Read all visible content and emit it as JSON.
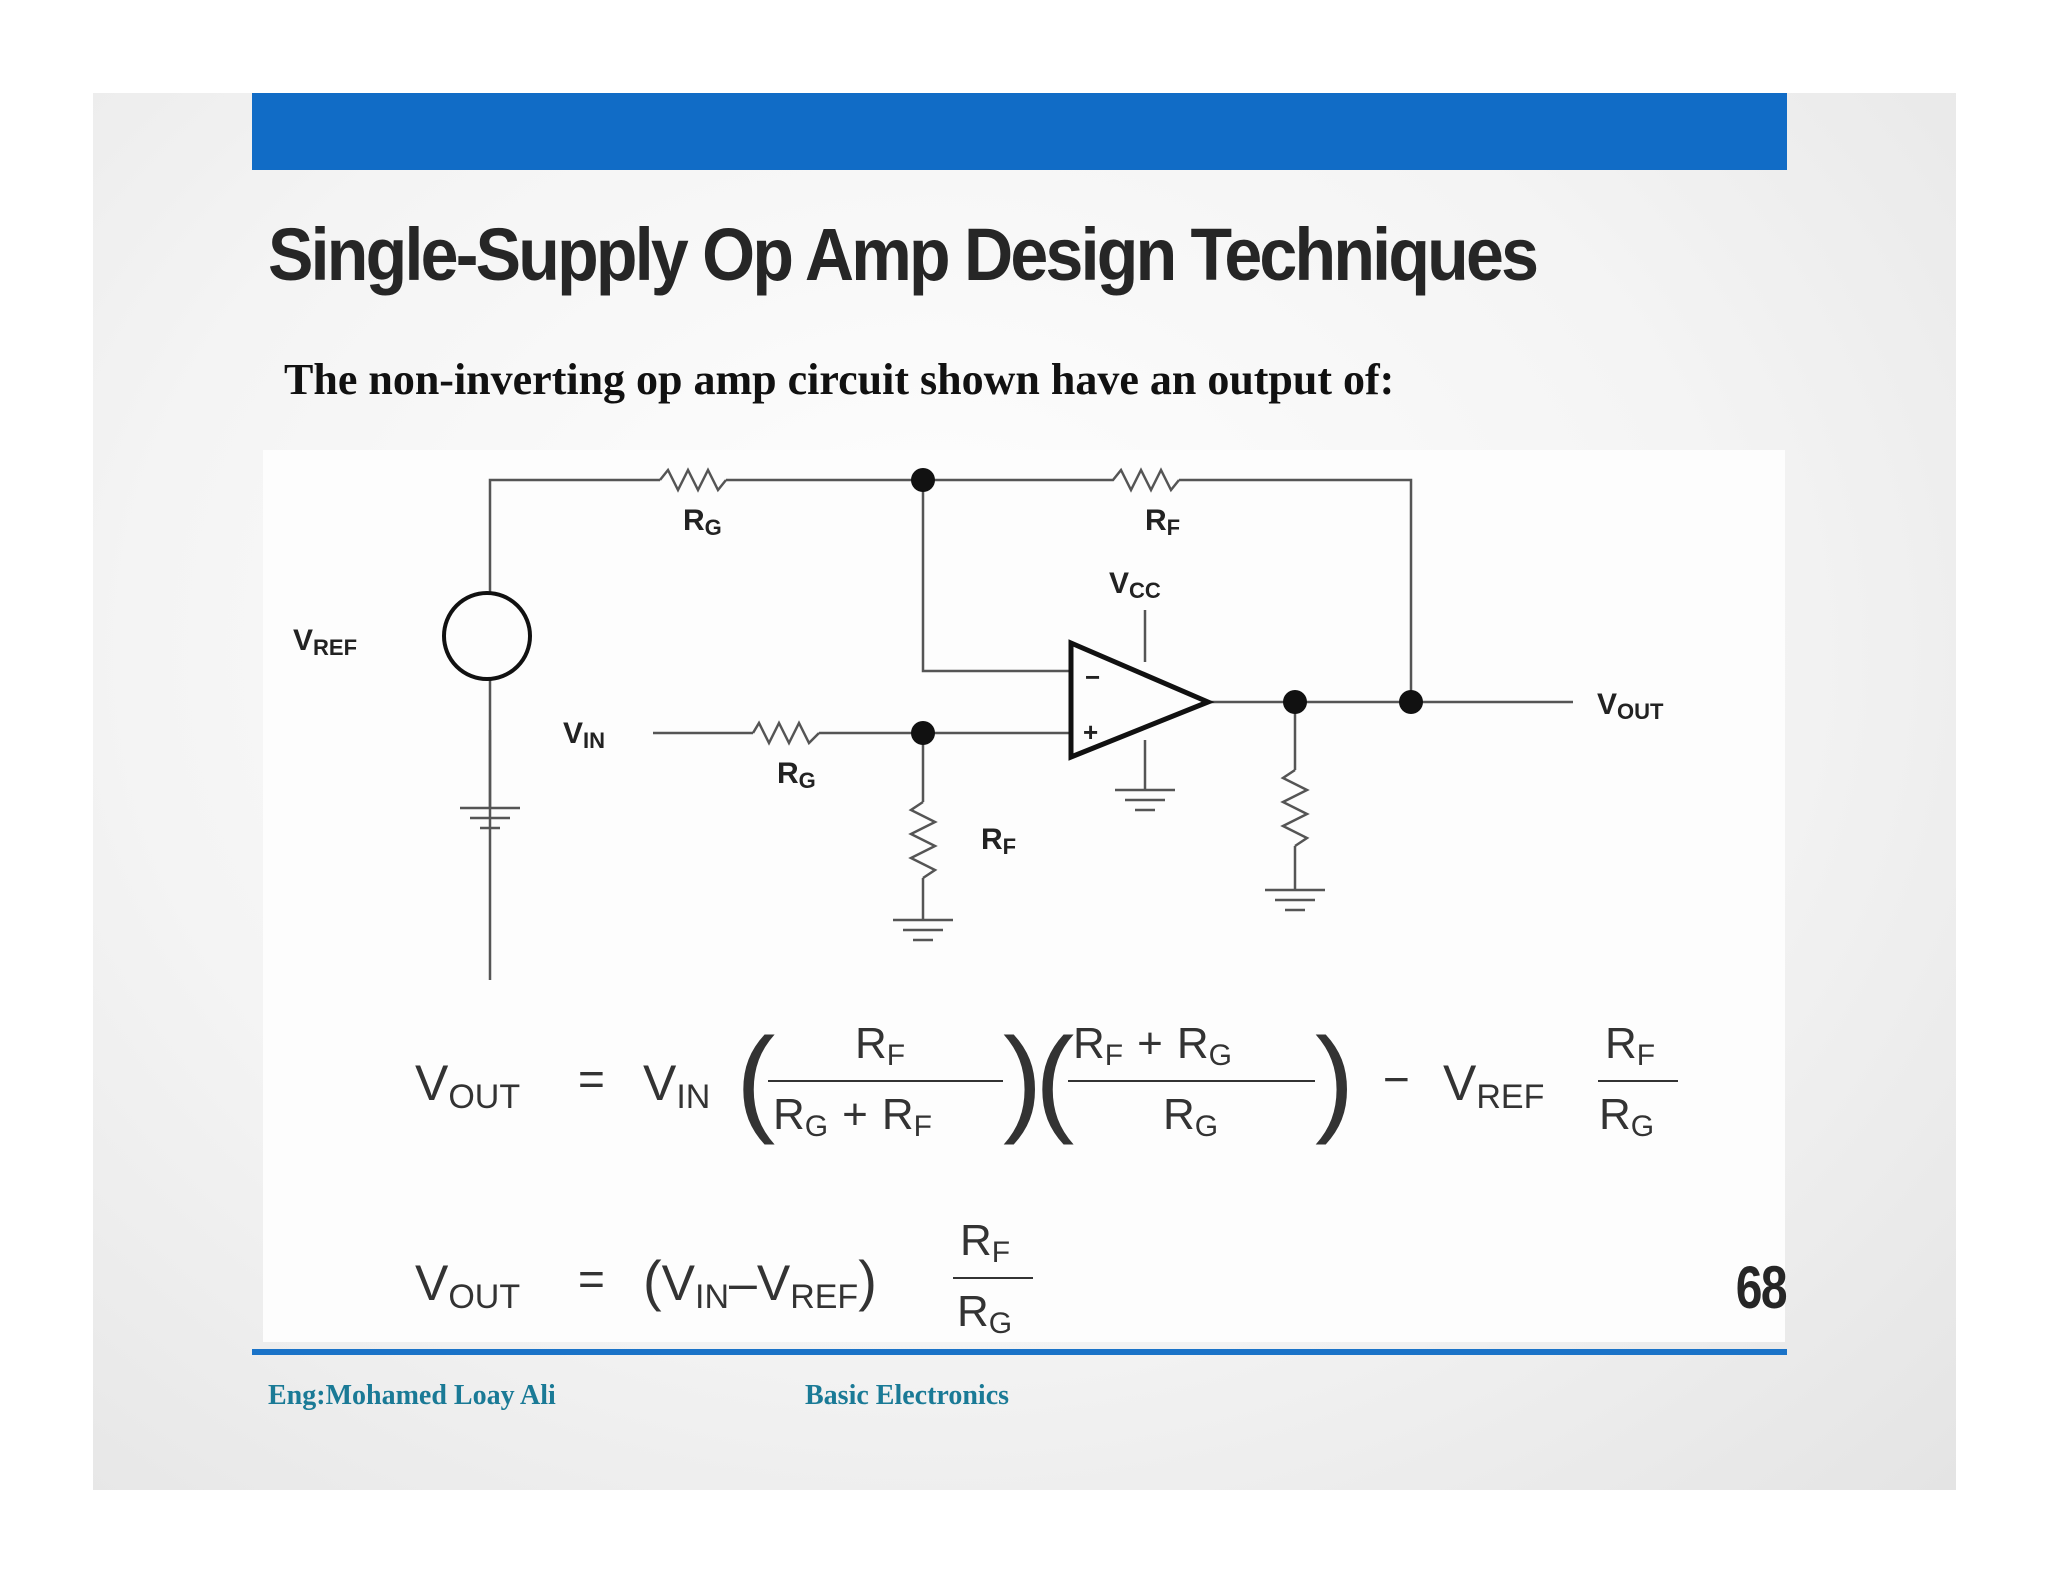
{
  "slide": {
    "title": "Single-Supply Op Amp Design Techniques",
    "subtitle": "The non-inverting op amp circuit shown have an output of:",
    "page_number": "68",
    "footer": {
      "author": "Eng:Mohamed Loay Ali",
      "course": "Basic Electronics"
    },
    "colors": {
      "accent_bar": "#116cc6",
      "footer_text": "#1a7a96"
    }
  },
  "circuit": {
    "labels": {
      "rg_top": {
        "main": "R",
        "sub": "G"
      },
      "rf_top": {
        "main": "R",
        "sub": "F"
      },
      "vcc": {
        "main": "V",
        "sub": "CC"
      },
      "vref": {
        "main": "V",
        "sub": "REF"
      },
      "vin": {
        "main": "V",
        "sub": "IN"
      },
      "rg_bottom": {
        "main": "R",
        "sub": "G"
      },
      "rf_bottom": {
        "main": "R",
        "sub": "F"
      },
      "vout": {
        "main": "V",
        "sub": "OUT"
      },
      "minus_sign": "−",
      "plus_sign": "+"
    }
  },
  "equations": {
    "eq1": {
      "v": "V",
      "out": "OUT",
      "equals": "=",
      "vin_v": "V",
      "vin_sub": "IN",
      "f1_num_r": "R",
      "f1_num_sub": "F",
      "f1_den_r1": "R",
      "f1_den_sub1": "G",
      "f1_den_plus": "+",
      "f1_den_r2": "R",
      "f1_den_sub2": "F",
      "f2_num_r1": "R",
      "f2_num_sub1": "F",
      "f2_num_plus": "+",
      "f2_num_r2": "R",
      "f2_num_sub2": "G",
      "f2_den_r": "R",
      "f2_den_sub": "G",
      "minus": "−",
      "vref_v": "V",
      "vref_sub": "REF",
      "f3_num_r": "R",
      "f3_num_sub": "F",
      "f3_den_r": "R",
      "f3_den_sub": "G",
      "paren_l": "(",
      "paren_r": ")"
    },
    "eq2": {
      "v": "V",
      "out": "OUT",
      "equals": "=",
      "paren_l": "(",
      "vin_v": "V",
      "vin_sub": "IN",
      "dash": "–",
      "vref_v": "V",
      "vref_sub": "REF",
      "paren_r": ")",
      "f_num_r": "R",
      "f_num_sub": "F",
      "f_den_r": "R",
      "f_den_sub": "G"
    }
  }
}
